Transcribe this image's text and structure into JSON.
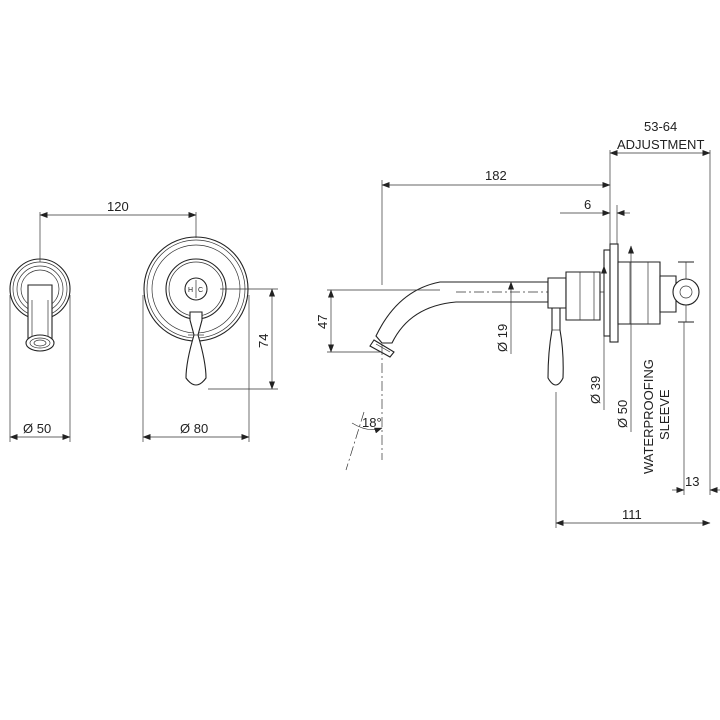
{
  "dimensions": {
    "dia_50_left": "Ø 50",
    "width_120": "120",
    "dia_80": "Ø 80",
    "height_74": "74",
    "height_47": "47",
    "length_182": "182",
    "angle_18": "18°",
    "dia_19": "Ø 19",
    "dia_39": "Ø 39",
    "dia_50_sleeve": "Ø 50",
    "gap_6": "6",
    "adjustment_range": "53-64",
    "adjustment_label": "ADJUSTMENT",
    "sleeve_label_1": "WATERPROOFING",
    "sleeve_label_2": "SLEEVE",
    "depth_111": "111",
    "depth_13": "13"
  },
  "mixer_marking": {
    "hot": "H",
    "cold": "C"
  }
}
